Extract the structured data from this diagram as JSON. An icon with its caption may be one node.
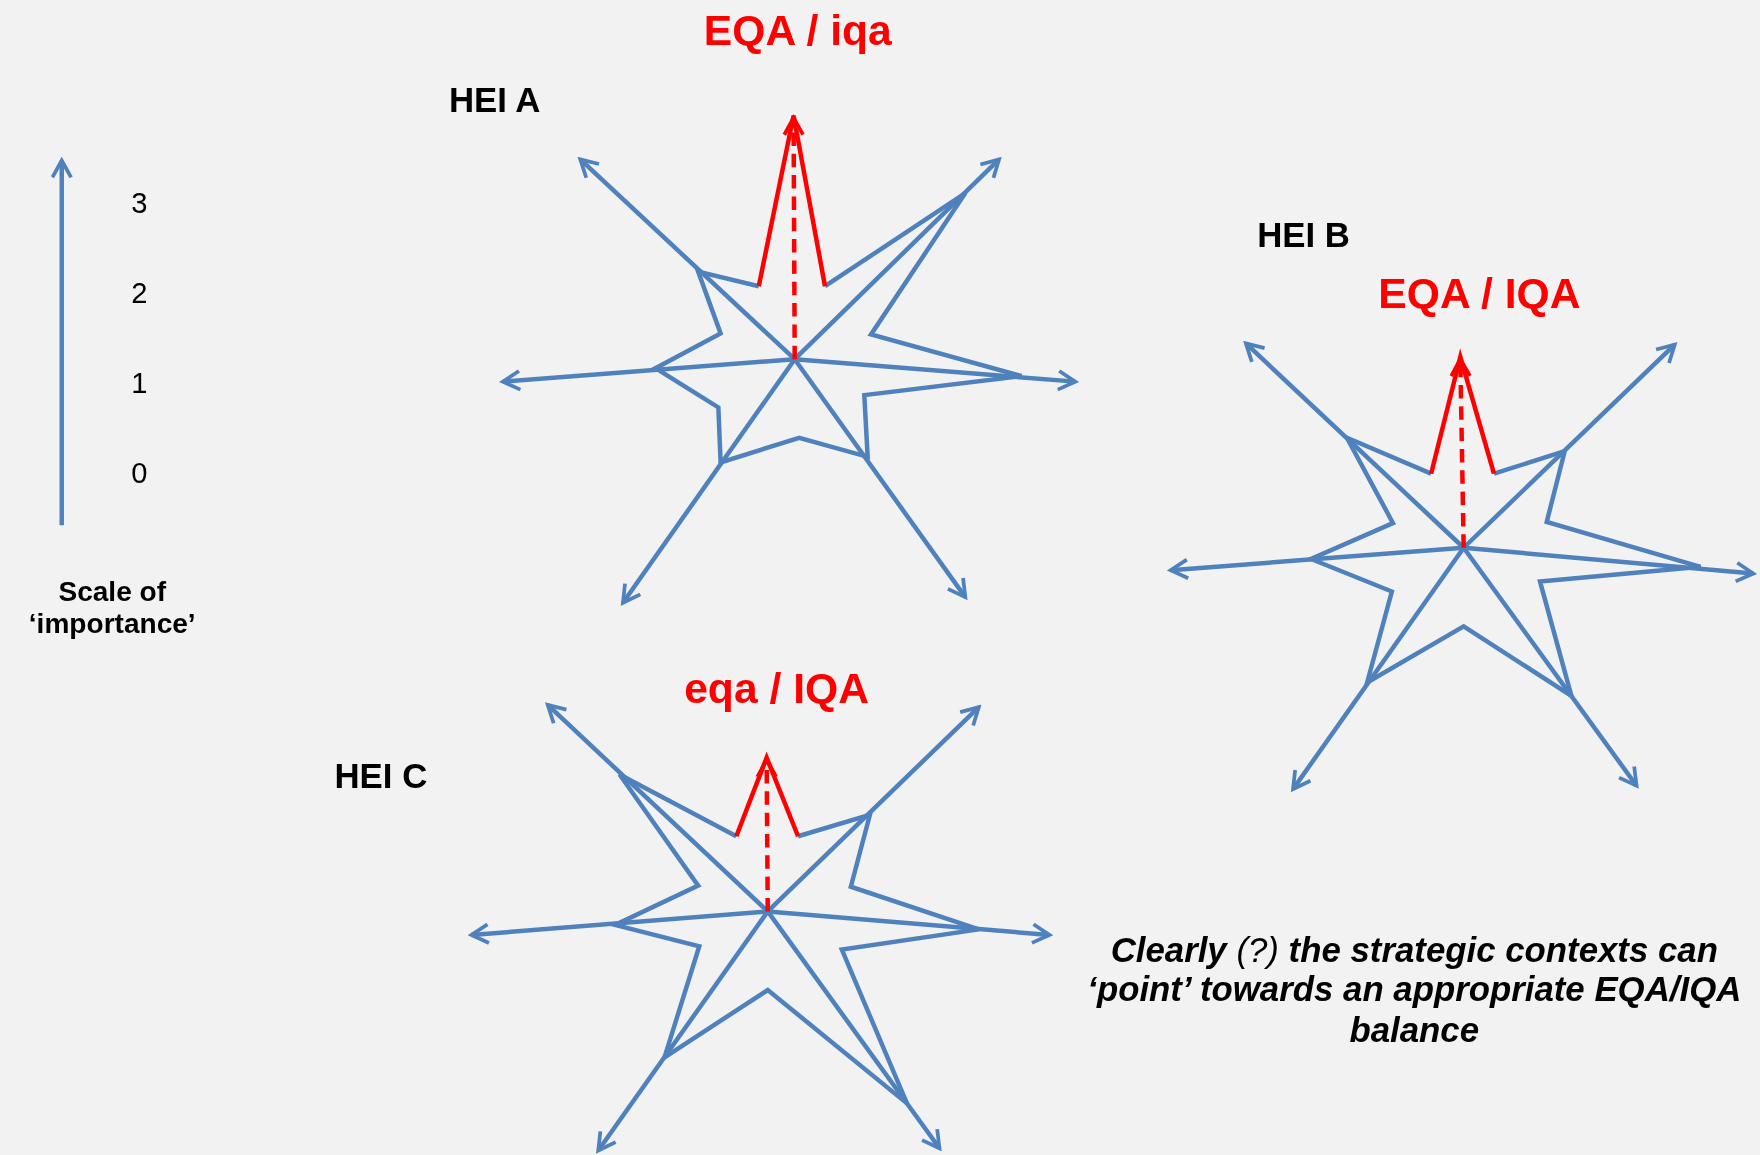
{
  "diagram": {
    "labels": [
      "EQA / iqa",
      "HEI A",
      "3",
      "2",
      "HEI B",
      "1",
      "EQA / IQA",
      "0",
      "Scale of ‘importance’",
      "eqa / IQA",
      "HEI C",
      "**Clearly** (?) **the strategic contexts can ‘point’ towards an appropriate EQA/IQA balance**"
    ]
  }
}
